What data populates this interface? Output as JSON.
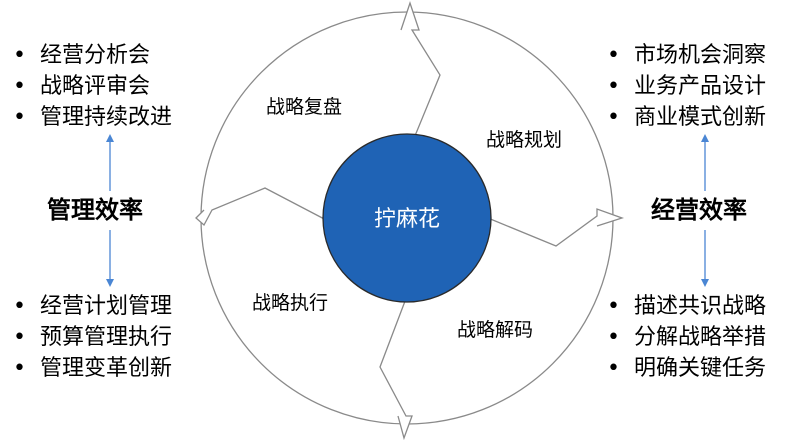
{
  "center": {
    "label": "拧麻花",
    "color": "#1f63b5"
  },
  "cycle": {
    "review": "战略复盘",
    "planning": "战略规划",
    "decoding": "战略解码",
    "execution": "战略执行"
  },
  "left": {
    "title": "管理效率",
    "top_items": [
      "经营分析会",
      "战略评审会",
      "管理持续改进"
    ],
    "bottom_items": [
      "经营计划管理",
      "预算管理执行",
      "管理变革创新"
    ]
  },
  "right": {
    "title": "经营效率",
    "top_items": [
      "市场机会洞察",
      "业务产品设计",
      "商业模式创新"
    ],
    "bottom_items": [
      "描述共识战略",
      "分解战略举措",
      "明确关键任务"
    ]
  },
  "colors": {
    "connector": "#4a86d4",
    "outline": "#8a8a8a"
  }
}
